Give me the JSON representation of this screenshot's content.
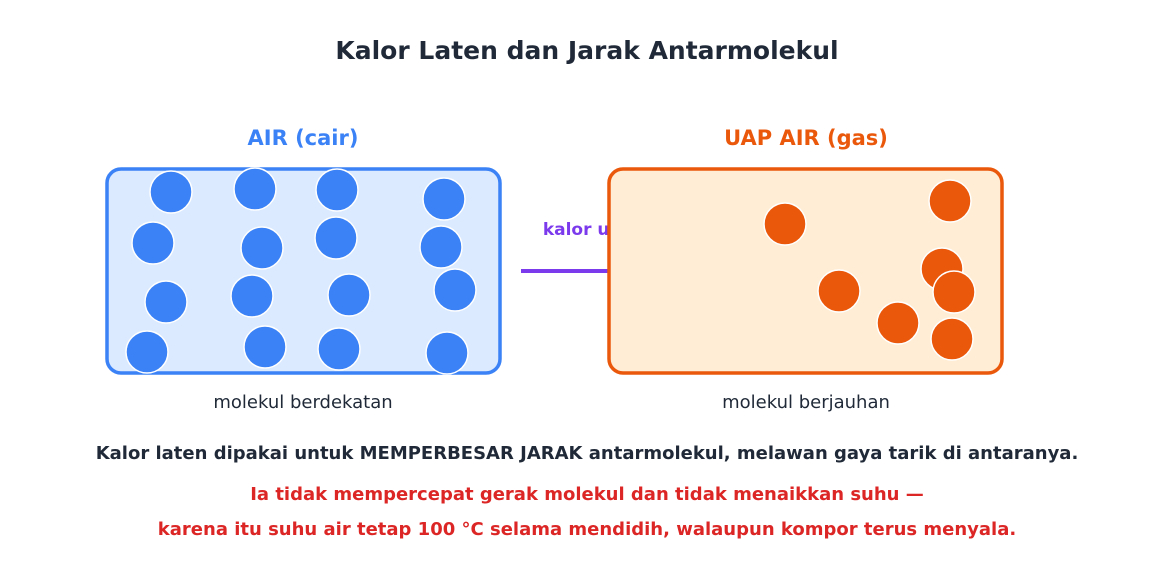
{
  "title": "Kalor Laten dan Jarak Antarmolekul",
  "colors": {
    "liquid_stroke": "#3b82f6",
    "liquid_fill": "#dbeafe",
    "liquid_label": "#3b82f6",
    "gas_stroke": "#ea580c",
    "gas_fill": "#ffedd5",
    "gas_label": "#ea580c",
    "arrow": "#7c3aed",
    "molecule_outline": "#ffffff",
    "text_dark": "#1f2937",
    "text_warn": "#dc2626"
  },
  "liquid": {
    "label": "AIR (cair)",
    "caption": "molekul berdekatan",
    "molecule_count": 16
  },
  "gas": {
    "label": "UAP AIR (gas)",
    "caption": "molekul berjauhan",
    "molecule_count": 7
  },
  "arrow": {
    "label": "kalor uap",
    "icon": "arrow-right-icon"
  },
  "notes": {
    "main": "Kalor laten dipakai untuk MEMPERBESAR JARAK antarmolekul, melawan gaya tarik di antaranya.",
    "warning_line1": "Ia tidak mempercepat gerak molekul dan tidak menaikkan suhu —",
    "warning_line2": "karena itu suhu air tetap 100 °C selama mendidih, walaupun kompor terus menyala."
  }
}
